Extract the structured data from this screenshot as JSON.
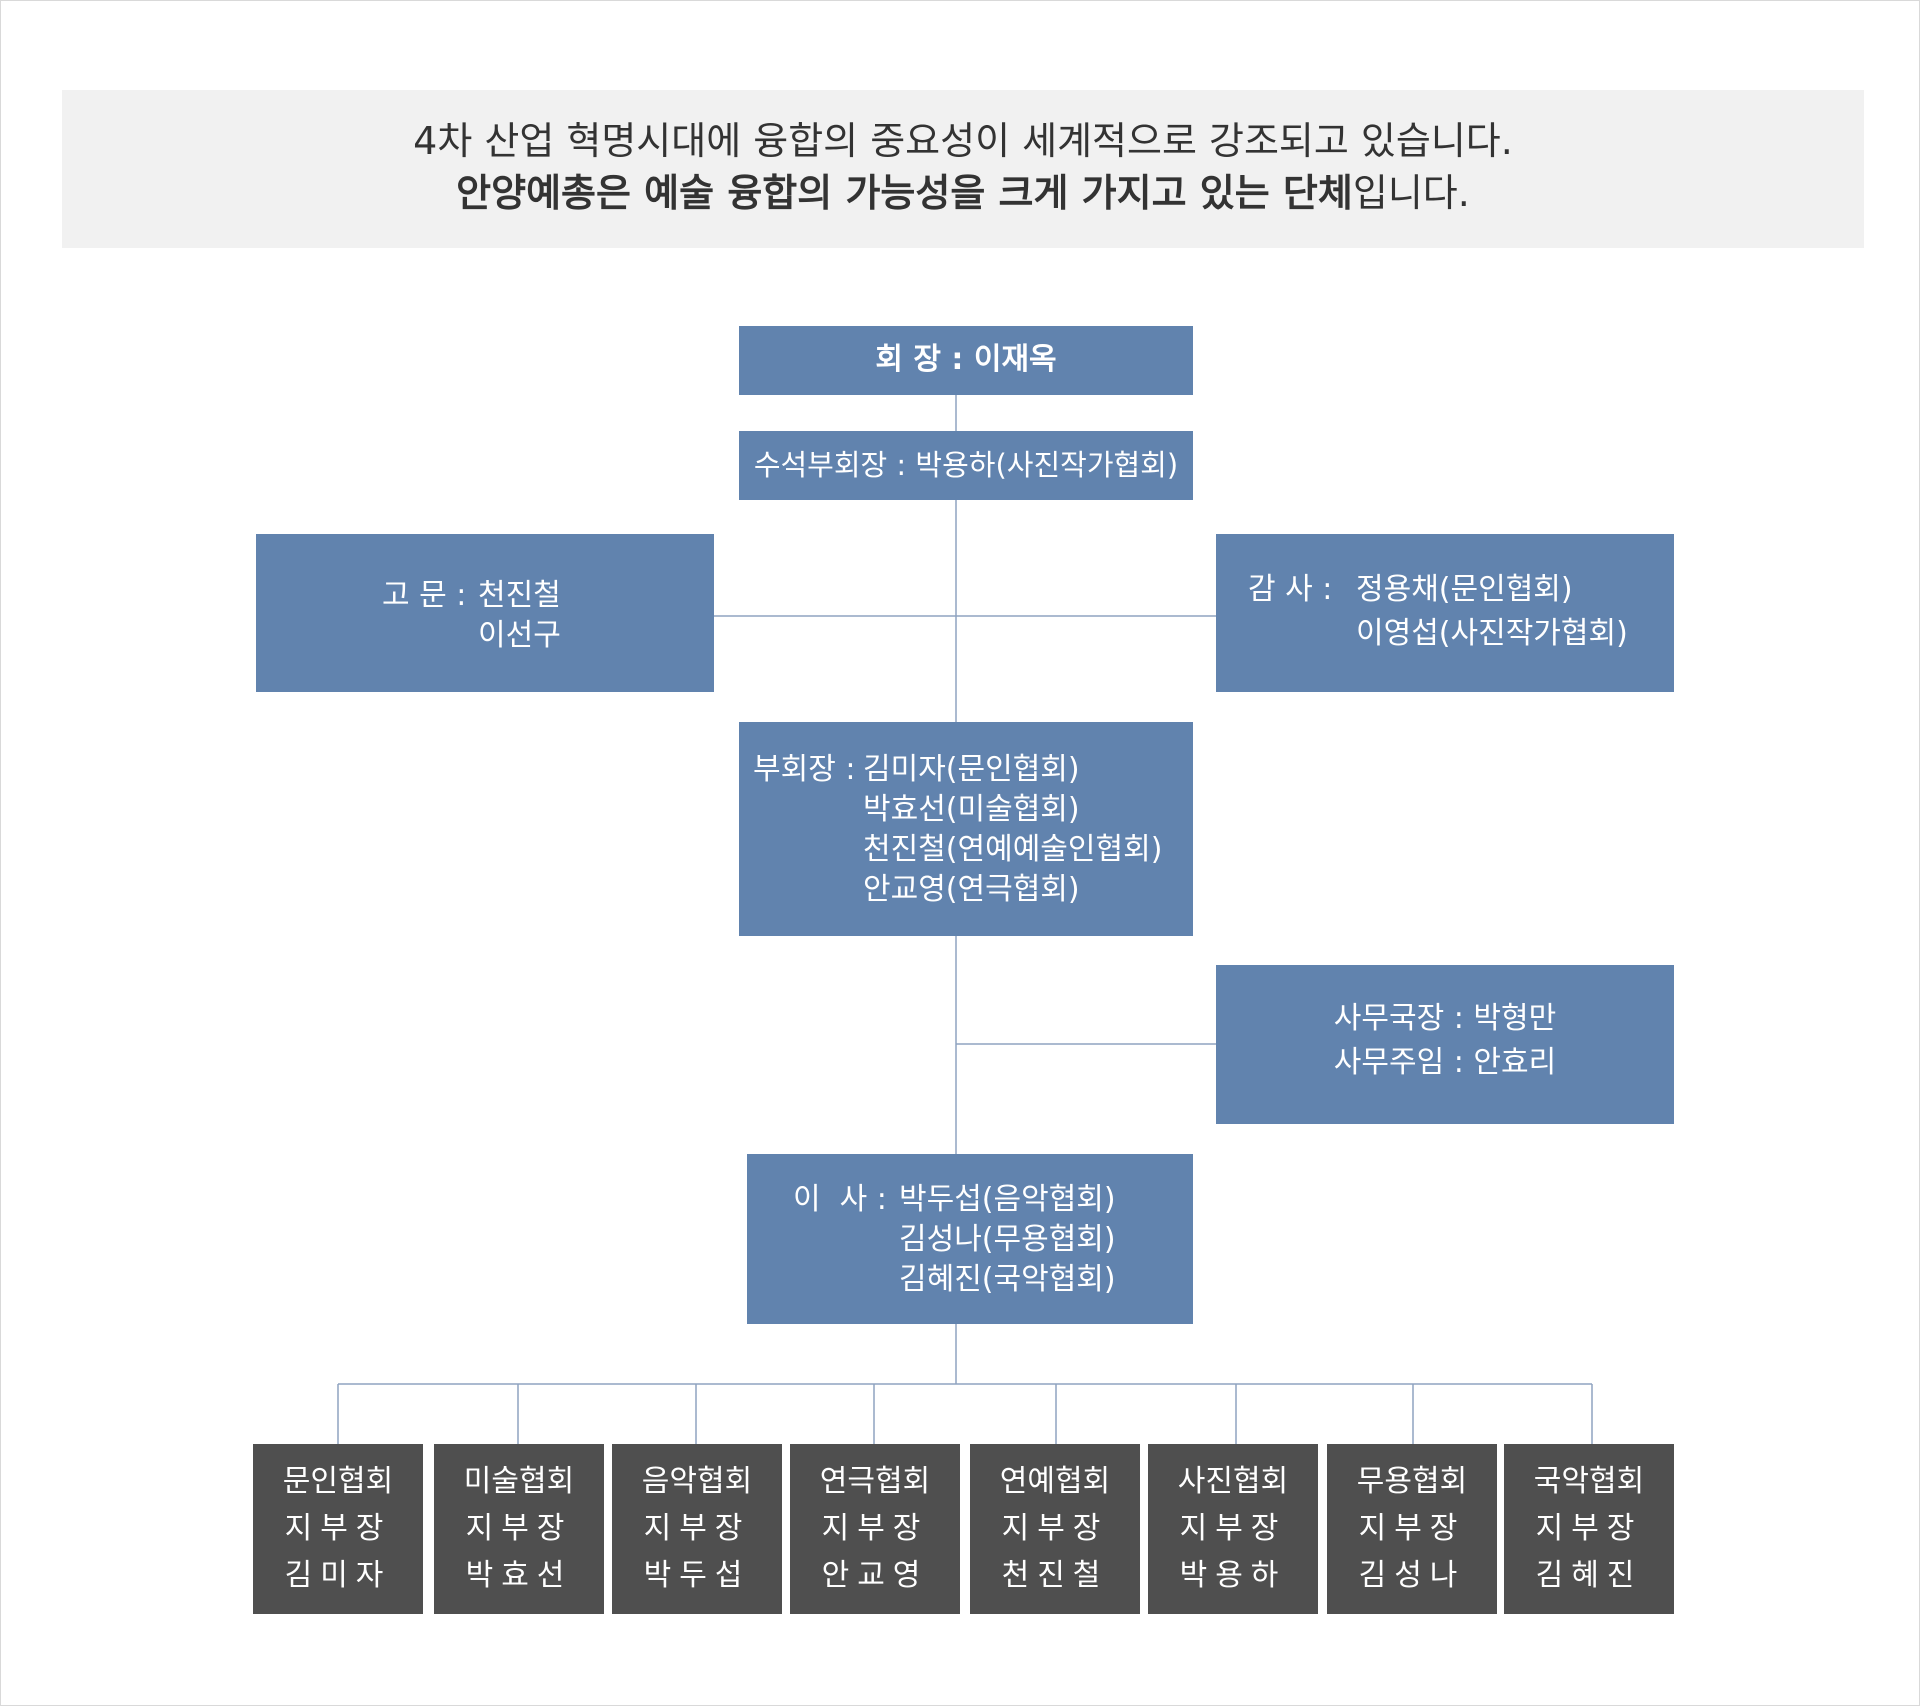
{
  "intro": {
    "line1": "4차 산업 혁명시대에 융합의 중요성이 세계적으로 강조되고 있습니다.",
    "line2_bold": "안양예총은 예술 융합의 가능성을 크게 가지고 있는 단체",
    "line2_rest": "입니다."
  },
  "president": "회 장 : 이재옥",
  "senior_vice": "수석부회장 : 박용하(사진작가협회)",
  "advisor": {
    "label": "고 문 :",
    "names": [
      "천진철",
      "이선구"
    ]
  },
  "auditor": {
    "label": "감 사 :",
    "names": [
      "정용채(문인협회)",
      "이영섭(사진작가협회)"
    ]
  },
  "vice_presidents": {
    "label": "부회장 :",
    "names": [
      "김미자(문인협회)",
      "박효선(미술협회)",
      "천진철(연예예술인협회)",
      "안교영(연극협회)"
    ]
  },
  "secretariat": {
    "lines": [
      "사무국장 : 박형만",
      "사무주임 : 안효리"
    ]
  },
  "directors": {
    "label": "이  사 :",
    "names": [
      "박두섭(음악협회)",
      "김성나(무용협회)",
      "김혜진(국악협회)"
    ]
  },
  "branches": [
    {
      "assoc": "문인협회",
      "role": "지부장",
      "name": "김미자"
    },
    {
      "assoc": "미술협회",
      "role": "지부장",
      "name": "박효선"
    },
    {
      "assoc": "음악협회",
      "role": "지부장",
      "name": "박두섭"
    },
    {
      "assoc": "연극협회",
      "role": "지부장",
      "name": "안교영"
    },
    {
      "assoc": "연예협회",
      "role": "지부장",
      "name": "천진철"
    },
    {
      "assoc": "사진협회",
      "role": "지부장",
      "name": "박용하"
    },
    {
      "assoc": "무용협회",
      "role": "지부장",
      "name": "김성나"
    },
    {
      "assoc": "국악협회",
      "role": "지부장",
      "name": "김혜진"
    }
  ],
  "colors": {
    "box": "#6183ae",
    "branch": "#4f4f4f",
    "connector": "#8fa3c0",
    "intro_bg": "#f1f1f1"
  }
}
